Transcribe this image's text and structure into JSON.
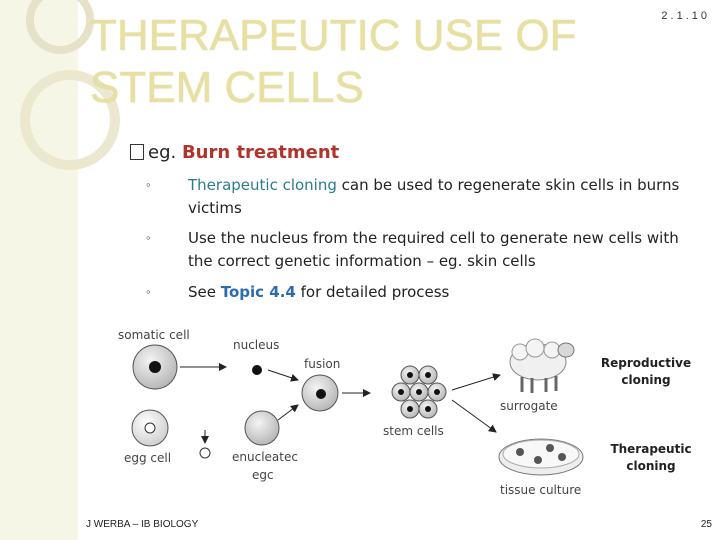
{
  "slide": {
    "title_line1": "THERAPEUTIC USE OF",
    "title_line2": "STEM CELLS",
    "code": "2.1.10"
  },
  "bullets": {
    "main_prefix": "eg. ",
    "main_highlight": "Burn treatment",
    "sub1_highlight": "Therapeutic cloning",
    "sub1_rest": " can be used to regenerate skin cells in burns victims",
    "sub2": "Use the nucleus from the required cell to generate new cells with the correct genetic information – eg. skin cells",
    "sub3_prefix": "See ",
    "sub3_highlight": "Topic 4.4",
    "sub3_rest": " for detailed process",
    "marker": "◦"
  },
  "diagram": {
    "somatic_cell": "somatic cell",
    "nucleus": "nucleus",
    "fusion": "fusion",
    "egg_cell": "egg cell",
    "enucleated_egg_1": "enucleatec",
    "enucleated_egg_2": "egc",
    "stem_cells": "stem cells",
    "surrogate": "surrogate",
    "tissue_culture": "tissue culture",
    "reproductive_1": "Reproductive",
    "reproductive_2": "cloning",
    "therapeutic_1": "Therapeutic",
    "therapeutic_2": "cloning"
  },
  "footer": {
    "author": "J WERBA – IB BIOLOGY",
    "page": "25"
  }
}
